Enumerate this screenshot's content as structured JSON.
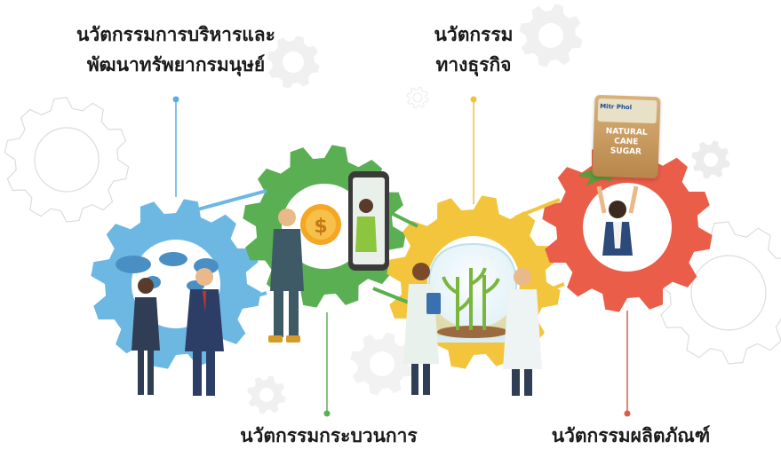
{
  "labels": {
    "hr": {
      "line1": "นวัตกรรมการบริหารและ",
      "line2": "พัฒนาทรัพยากรมนุษย์"
    },
    "business": {
      "line1": "นวัตกรรม",
      "line2": "ทางธุรกิจ"
    },
    "process": {
      "line1": "นวัตกรรมกระบวนการ"
    },
    "product": {
      "line1": "นวัตกรรมผลิตภัณฑ์"
    }
  },
  "product_pack": {
    "brand": "Mitr Phol",
    "title_line1": "NATURAL",
    "title_line2": "CANE",
    "title_line3": "SUGAR"
  },
  "coin_symbol": "$",
  "colors": {
    "gear_blue": "#6cb8e2",
    "gear_green": "#5aaf52",
    "gear_yellow": "#f3c53d",
    "gear_red": "#ea5d48",
    "leader_blue": "#5aaee0",
    "leader_yellow": "#f1c232",
    "leader_green": "#5aaf52",
    "leader_red": "#e05a45"
  }
}
